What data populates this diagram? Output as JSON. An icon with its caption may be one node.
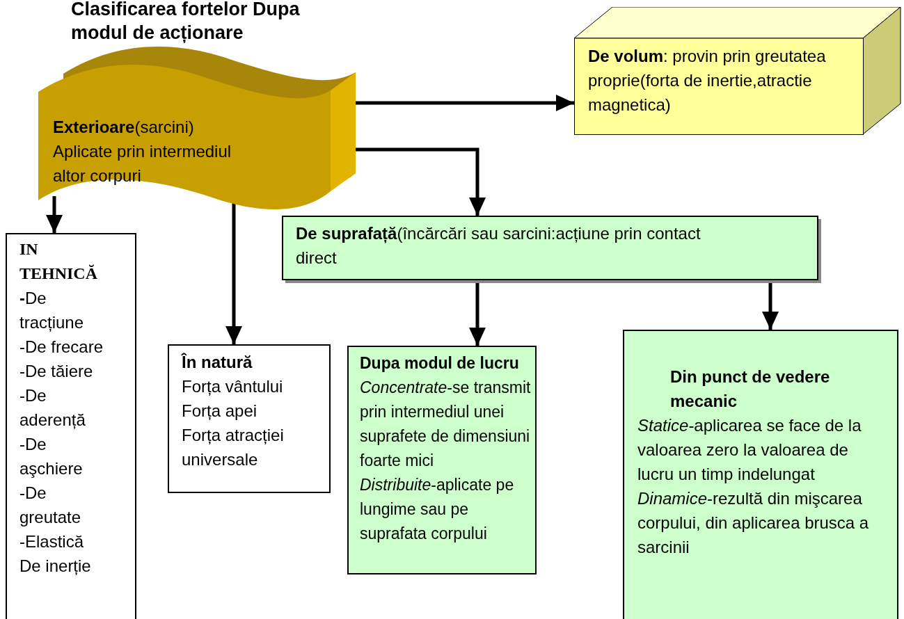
{
  "diagram": {
    "title": "Clasificarea fortelor Dupa modul de acționare",
    "nodes": [
      {
        "text": [
          "**Exterioare**(sarcini) Aplicate prin intermediul altor corpuri"
        ]
      },
      {
        "text": [
          "**De volum**: provin prin greutatea proprie(forta de inertie,atractie magnetica)"
        ]
      },
      {
        "text": [
          "**De suprafață**(încărcări sau sarcini:acțiune prin contact direct"
        ]
      },
      {
        "text": [
          "IN TEHNICĂ",
          "**-**De tracțiune",
          "-De frecare",
          "-De tăiere",
          "-De aderență",
          "-De aşchiere",
          "-De greutate",
          "-Elastică",
          "De inerție"
        ]
      },
      {
        "text": [
          "În natură",
          "Forța vântului",
          "Forța apei",
          "Forța atracției universale"
        ]
      },
      {
        "text": [
          "Dupa modul de lucru",
          "*Concentrate*-se transmit prin intermediul unei suprafete de dimensiuni foarte mici",
          "*Distribuite*-aplicate pe lungime sau pe suprafata corpului"
        ]
      },
      {
        "text": [
          "Din punct de vedere mecanic",
          "*Statice*-aplicarea se face de la valoarea zero la valoarea de lucru un timp indelungat",
          "*Dinamice*-rezultă din mişcarea corpului, din aplicarea brusca a sarcinii"
        ]
      }
    ],
    "edges": [
      {
        "from": 0,
        "to": 1,
        "arrow": "to"
      },
      {
        "from": 0,
        "to": 2,
        "arrow": "to"
      },
      {
        "from": 0,
        "to": 3,
        "arrow": "to"
      },
      {
        "from": 0,
        "to": 4,
        "arrow": "to"
      },
      {
        "from": 2,
        "to": 5,
        "arrow": "to"
      },
      {
        "from": 2,
        "to": 6,
        "arrow": "to"
      }
    ]
  }
}
